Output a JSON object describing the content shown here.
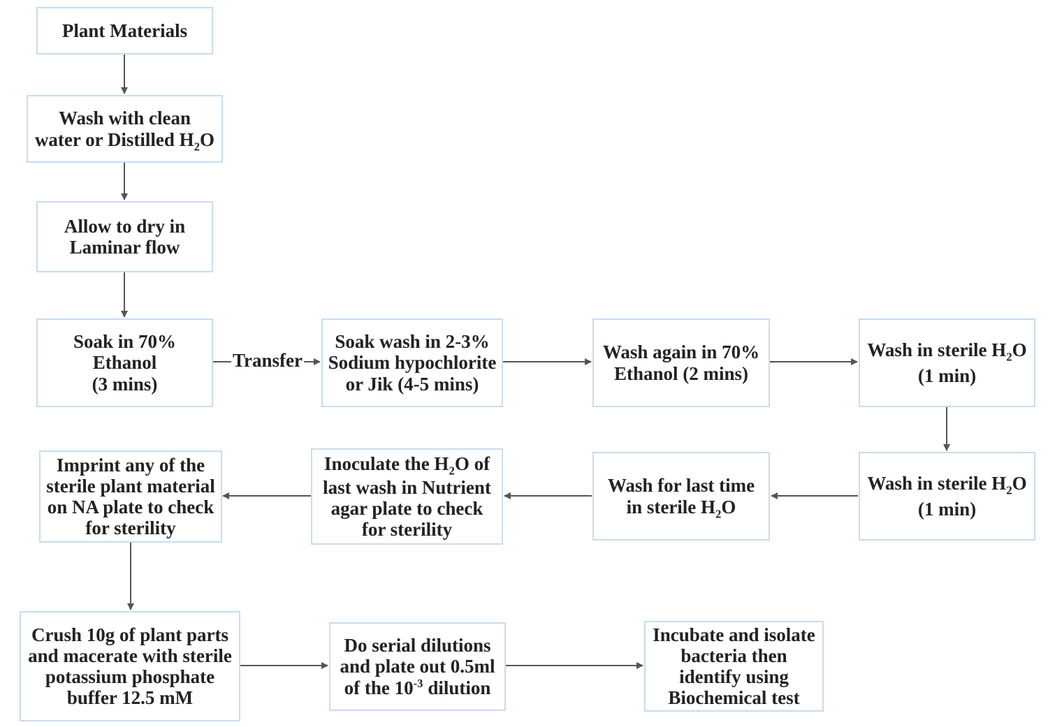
{
  "boxes": {
    "plant_materials": {
      "text": "Plant Materials"
    },
    "wash_clean": {
      "line1": "Wash with clean",
      "line2": "water or Distilled H",
      "sub": "2",
      "after": "O"
    },
    "allow_dry": {
      "line1": "Allow to dry in",
      "line2": "Laminar flow"
    },
    "soak_ethanol": {
      "line1": "Soak in 70%",
      "line2": "Ethanol",
      "line3": "(3 mins)"
    },
    "soak_hypochlorite": {
      "line1": "Soak wash in 2-3%",
      "line2": "Sodium hypochlorite",
      "line3": "or Jik (4-5 mins)"
    },
    "wash_again": {
      "line1": "Wash again in 70%",
      "line2": "Ethanol (2 mins)"
    },
    "wash_sterile_1": {
      "line1_pre": "Wash in sterile H",
      "sub": "2",
      "line1_post": "O",
      "line2": "(1 min)"
    },
    "wash_sterile_2": {
      "line1_pre": "Wash in sterile H",
      "sub": "2",
      "line1_post": "O",
      "line2": "(1 min)"
    },
    "wash_last": {
      "line1": "Wash for last time",
      "line2_pre": "in sterile H",
      "sub": "2",
      "line2_post": "O"
    },
    "inoculate": {
      "line1_pre": "Inoculate the H",
      "sub": "2",
      "line1_post": "O of",
      "line2": "last wash in Nutrient",
      "line3": "agar plate to check",
      "line4": "for sterility"
    },
    "imprint": {
      "line1": "Imprint any of the",
      "line2": "sterile plant material",
      "line3": "on NA plate to check",
      "line4": "for sterility"
    },
    "crush": {
      "line1": "Crush 10g of plant parts",
      "line2": "and macerate with sterile",
      "line3": "potassium phosphate",
      "line4": "buffer 12.5 mM"
    },
    "serial": {
      "line1": "Do serial dilutions",
      "line2": "and plate out 0.5ml",
      "line3_pre": "of the 10",
      "sup": "-3",
      "line3_post": " dilution"
    },
    "incubate": {
      "line1": "Incubate and isolate",
      "line2": "bacteria then",
      "line3": "identify using",
      "line4": "Biochemical test"
    }
  },
  "edges": {
    "transfer_label": "Transfer"
  },
  "colors": {
    "box_border": "#c8dcf0",
    "arrow": "#555555",
    "text": "#222222"
  }
}
